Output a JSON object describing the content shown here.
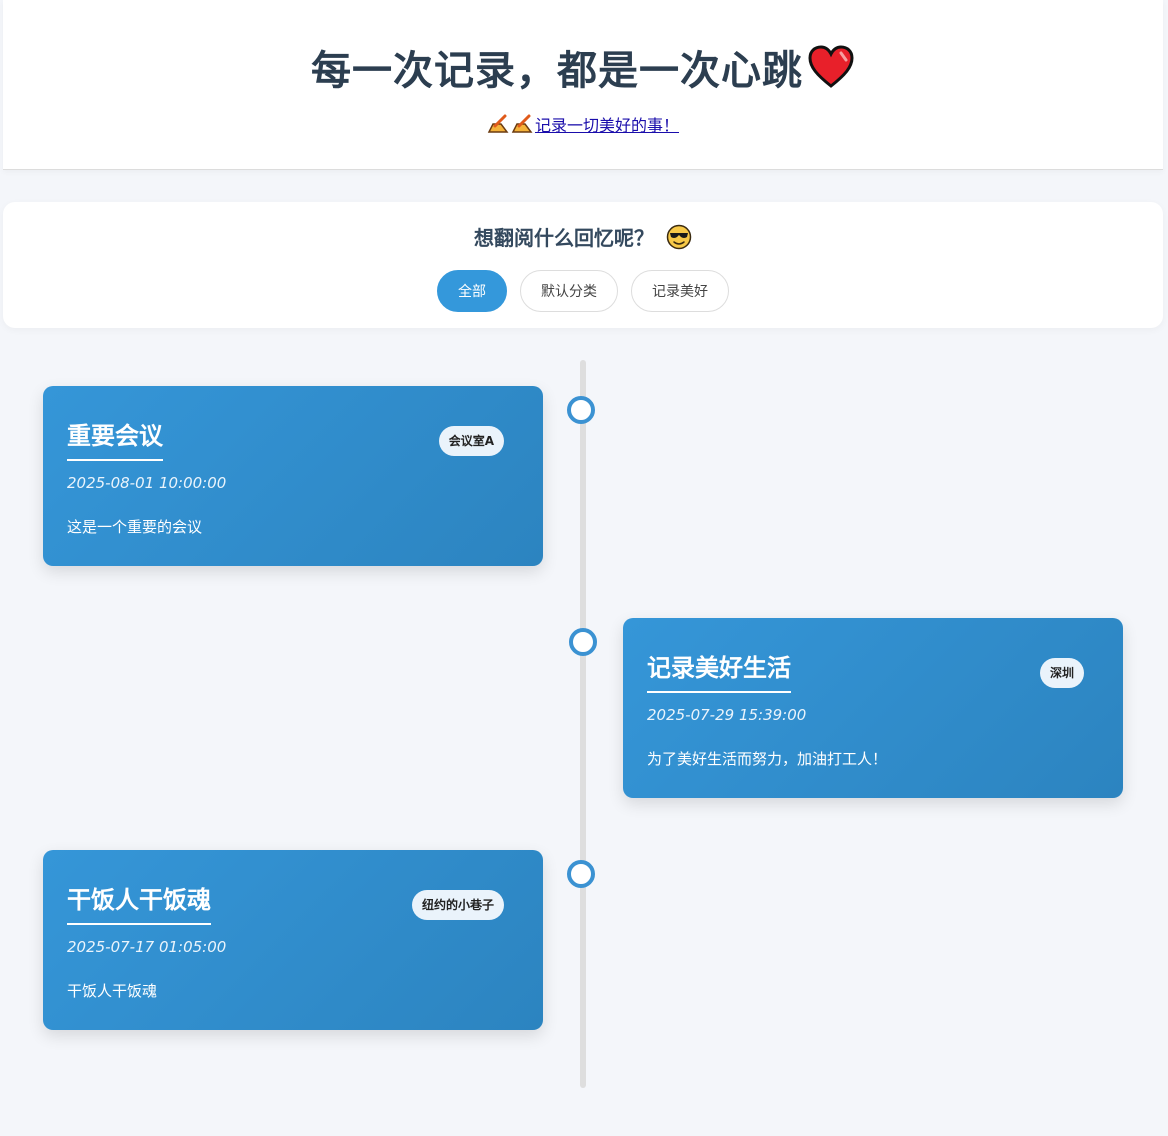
{
  "header": {
    "title": "每一次记录，都是一次心跳",
    "title_icon": "red-heart-icon",
    "subtitle_icons": [
      "writing-hand-icon",
      "writing-hand-icon"
    ],
    "subtitle_link": "记录一切美好的事！"
  },
  "filter": {
    "heading": "想翻阅什么回忆呢？",
    "heading_icon": "sunglasses-face-icon",
    "buttons": [
      {
        "label": "全部",
        "active": true
      },
      {
        "label": "默认分类",
        "active": false
      },
      {
        "label": "记录美好",
        "active": false
      }
    ]
  },
  "timeline": {
    "items": [
      {
        "title": "重要会议",
        "tag": "会议室A",
        "date": "2025-08-01 10:00:00",
        "description": "这是一个重要的会议",
        "side": "left"
      },
      {
        "title": "记录美好生活",
        "tag": "深圳",
        "date": "2025-07-29 15:39:00",
        "description": "为了美好生活而努力，加油打工人！",
        "side": "right"
      },
      {
        "title": "干饭人干饭魂",
        "tag": "纽约的小巷子",
        "date": "2025-07-17 01:05:00",
        "description": "干饭人干饭魂",
        "side": "left"
      }
    ]
  },
  "colors": {
    "accent": "#3498db",
    "card_gradient_start": "#3596d8",
    "card_gradient_end": "#2c84c0",
    "background": "#f4f6fa",
    "heading": "#2c3e50"
  }
}
